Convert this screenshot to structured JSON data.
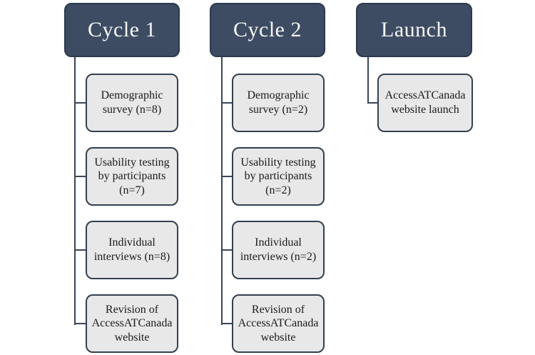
{
  "diagram": {
    "columns": [
      {
        "title": "Cycle 1",
        "children": [
          {
            "label": "Demographic survey (n=8)"
          },
          {
            "label": "Usability testing by participants (n=7)"
          },
          {
            "label": "Individual interviews (n=8)"
          },
          {
            "label": "Revision of AccessATCanada website"
          }
        ]
      },
      {
        "title": "Cycle 2",
        "children": [
          {
            "label": "Demographic survey (n=2)"
          },
          {
            "label": "Usability testing by participants (n=2)"
          },
          {
            "label": "Individual interviews (n=2)"
          },
          {
            "label": "Revision of AccessATCanada website"
          }
        ]
      },
      {
        "title": "Launch",
        "children": [
          {
            "label": "AccessATCanada website launch"
          }
        ]
      }
    ],
    "colors": {
      "header_fill": "#3e4c63",
      "header_border": "#2c3a4d",
      "header_text": "#f5f6f8",
      "child_fill": "#e8e8e8",
      "child_border": "#33404f",
      "child_text": "#1a1a1a",
      "connector": "#3a4656",
      "background": "#ffffff"
    }
  }
}
